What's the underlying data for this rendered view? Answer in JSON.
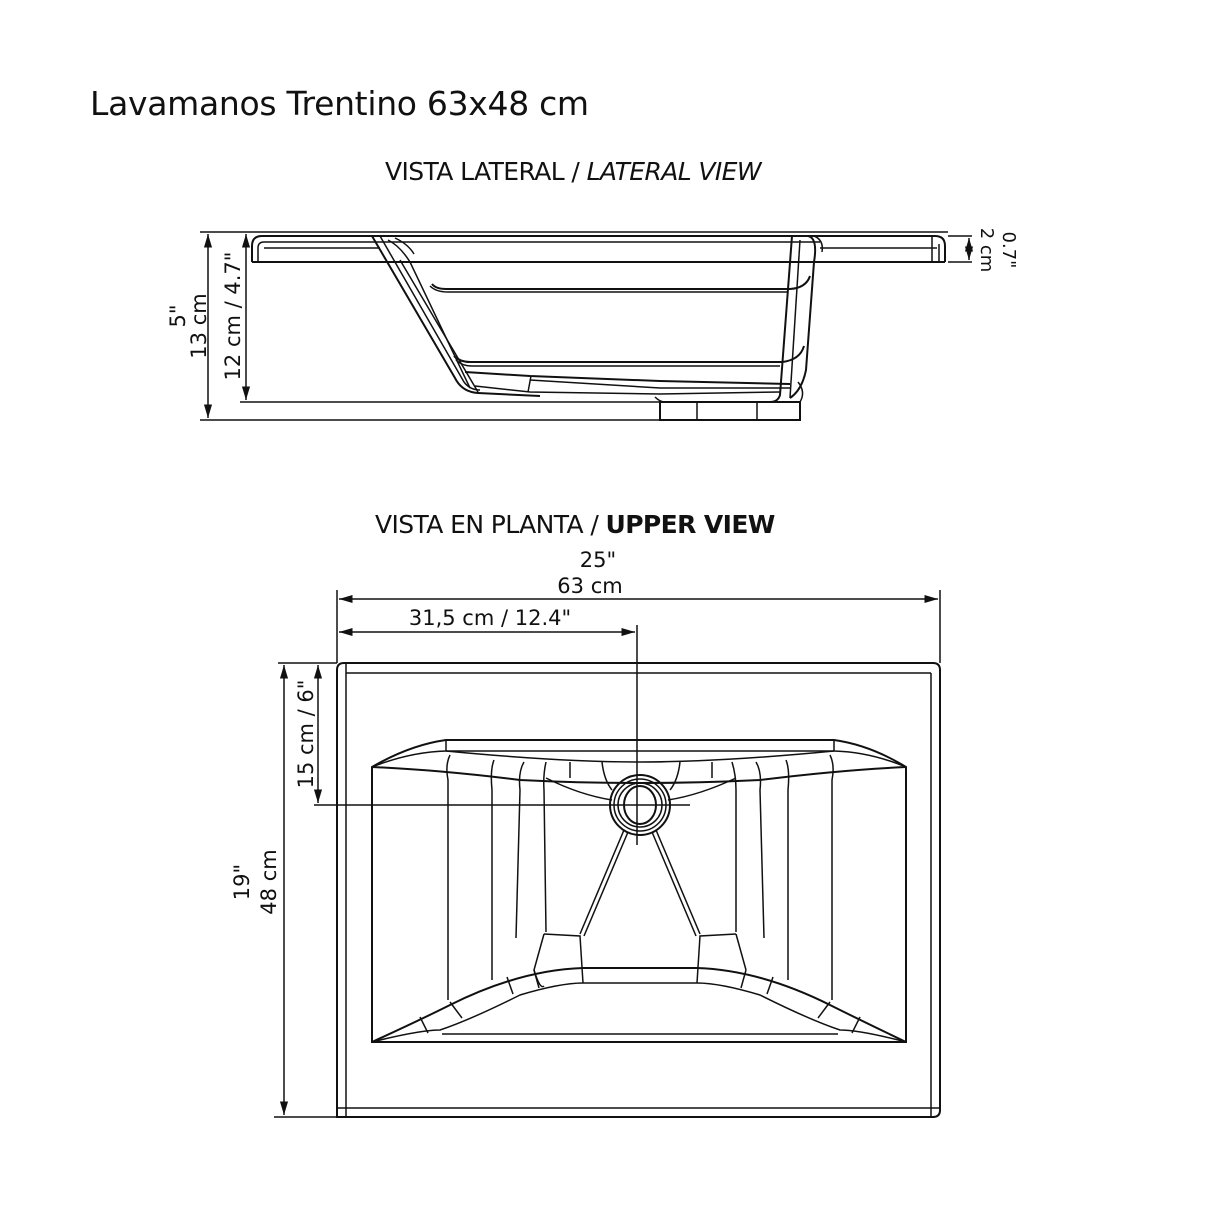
{
  "title": "Lavamanos Trentino 63x48 cm",
  "lateral_view": {
    "title_es": "VISTA LATERAL / ",
    "title_en": "LATERAL VIEW",
    "dimensions": {
      "total_height_in": "5\"",
      "total_height_cm": "13 cm",
      "basin_height": "12 cm / 4.7\"",
      "rim_thickness_in": "0.7\"",
      "rim_thickness_cm": "2 cm"
    }
  },
  "upper_view": {
    "title_es": "VISTA EN PLANTA / ",
    "title_en": "UPPER VIEW",
    "dimensions": {
      "width_in": "25\"",
      "width_cm": "63 cm",
      "drain_offset_x": "31,5 cm / 12.4\"",
      "drain_offset_y": "15 cm / 6\"",
      "depth_in": "19\"",
      "depth_cm": "48 cm"
    }
  },
  "colors": {
    "line": "#111111",
    "background": "#ffffff"
  }
}
